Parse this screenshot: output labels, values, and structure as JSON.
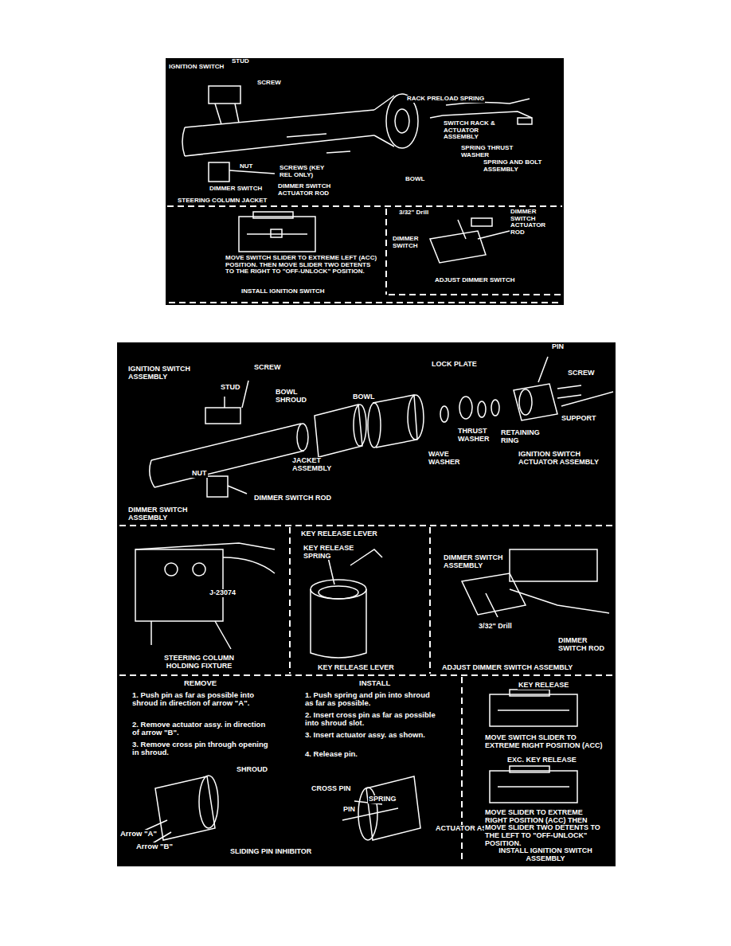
{
  "diagram": {
    "labels": [
      "IGNITION SWITCH",
      "STUD",
      "SCREW",
      "RACK PRELOAD SPRING",
      "SWITCH RACK & ACTUATOR ASSEMBLY",
      "SPRING THRUST WASHER",
      "SPRING AND BOLT ASSEMBLY",
      "NUT",
      "SCREWS (KEY REL ONLY)",
      "BOWL",
      "DIMMER SWITCH",
      "DIMMER SWITCH ACTUATOR ROD",
      "STEERING COLUMN JACKET",
      "3/32\" Drill",
      "DIMMER SWITCH ACTUATOR ROD",
      "DIMMER SWITCH",
      "MOVE SWITCH SLIDER TO EXTREME LEFT (ACC) POSITION. THEN MOVE SLIDER TWO DETENTS TO THE RIGHT TO \"OFF-UNLOCK\" POSITION.",
      "INSTALL IGNITION SWITCH",
      "ADJUST DIMMER SWITCH",
      "IGNITION SWITCH ASSEMBLY",
      "SCREW",
      "STUD",
      "BOWL SHROUD",
      "BOWL",
      "LOCK PLATE",
      "PIN",
      "SCREW",
      "SUPPORT",
      "THRUST WASHER",
      "RETAINING RING",
      "WAVE WASHER",
      "IGNITION SWITCH ACTUATOR ASSEMBLY",
      "JACKET ASSEMBLY",
      "NUT",
      "DIMMER SWITCH ROD",
      "DIMMER SWITCH ASSEMBLY",
      "J-23074",
      "STEERING COLUMN HOLDING FIXTURE",
      "KEY RELEASE LEVER",
      "KEY RELEASE SPRING",
      "KEY RELEASE LEVER",
      "DIMMER SWITCH ASSEMBLY",
      "3/32\" Drill",
      "DIMMER SWITCH ROD",
      "ADJUST DIMMER SWITCH ASSEMBLY",
      "REMOVE",
      "INSTALL",
      "1. Push pin as far as possible into shroud in direction of arrow \"A\".",
      "2. Remove actuator assy. in direction of arrow \"B\".",
      "3. Remove cross pin through opening in shroud.",
      "1. Push spring and pin into shroud as far as possible.",
      "2. Insert cross pin as far as possible into shroud slot.",
      "3. Insert actuator assy. as shown.",
      "4. Release pin.",
      "SHROUD",
      "CROSS PIN",
      "SPRING",
      "PIN",
      "ACTUATOR ASSY",
      "Arrow \"A\"",
      "Arrow \"B\"",
      "SLIDING PIN INHIBITOR",
      "KEY RELEASE",
      "MOVE SWITCH SLIDER TO EXTREME RIGHT POSITION (ACC)",
      "EXC. KEY RELEASE",
      "MOVE SLIDER TO EXTREME RIGHT POSITION (ACC) THEN MOVE SLIDER TWO DETENTS TO THE LEFT TO \"OFF-UNLOCK\" POSITION.",
      "INSTALL IGNITION SWITCH ASSEMBLY"
    ]
  }
}
